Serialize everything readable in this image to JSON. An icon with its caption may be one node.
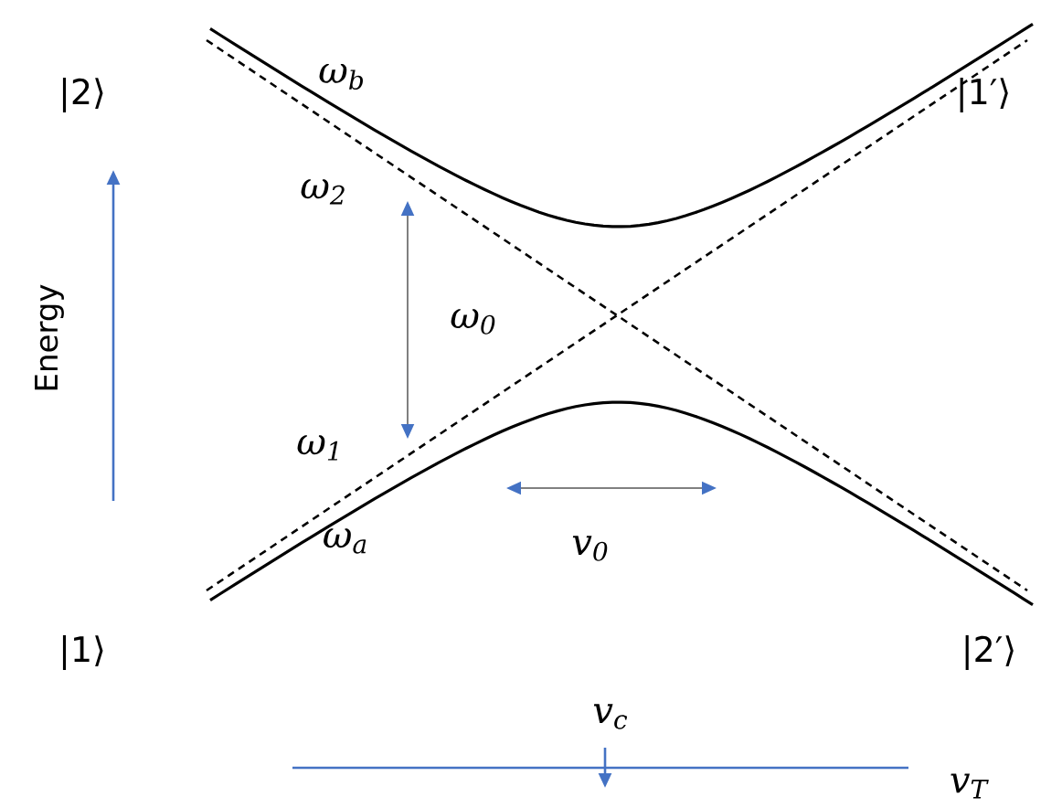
{
  "diagram": {
    "labels": [
      "|2⟩",
      "|1′⟩",
      "ω$_{b}$",
      "ω$_{2}$",
      "ω$_{0}$",
      "ω$_{1}$",
      "ω$_{a}$",
      "v$_{0}$",
      "|1⟩",
      "|2′⟩",
      "v$_{c}$",
      "v$_{T}$",
      "Energy"
    ]
  }
}
